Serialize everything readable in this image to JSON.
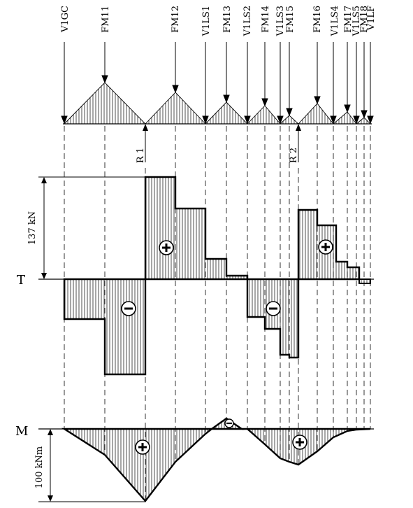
{
  "load_labels": [
    "V1GC",
    "FM11",
    "FM12",
    "V1LS1",
    "FM13",
    "V1LS2",
    "FM14",
    "V1LS3",
    "FM15",
    "FM16",
    "V1LS4",
    "FM17",
    "V1LS5",
    "FM18",
    "V1LF"
  ],
  "reactions": [
    "R 1",
    "R 2"
  ],
  "shear": {
    "axis_label": "T",
    "scale_label": "137 kN",
    "scale_value_kN": 137,
    "signs": [
      "-",
      "+",
      "-",
      "+"
    ]
  },
  "moment": {
    "axis_label": "M",
    "scale_label": "100 kNm",
    "scale_value_kNm": 100,
    "signs": [
      "+",
      "-",
      "+"
    ]
  },
  "colors": {
    "line": "#000000",
    "hatch": "#000000",
    "background": "#ffffff"
  }
}
